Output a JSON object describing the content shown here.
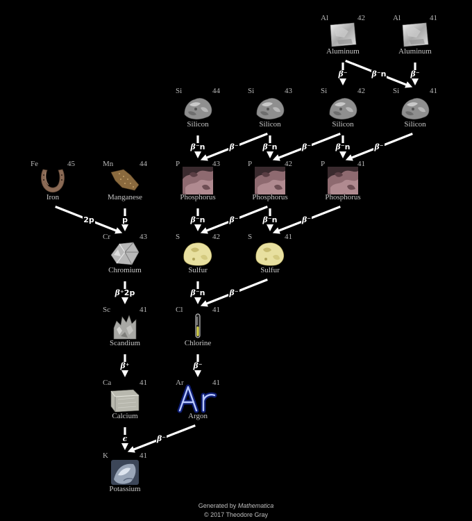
{
  "nodes": [
    {
      "id": "al42",
      "symbol": "Al",
      "mass": "42",
      "name": "Aluminum",
      "picture": "aluminum-chunk"
    },
    {
      "id": "al41",
      "symbol": "Al",
      "mass": "41",
      "name": "Aluminum",
      "picture": "aluminum-chunk"
    },
    {
      "id": "si44",
      "symbol": "Si",
      "mass": "44",
      "name": "Silicon",
      "picture": "silicon-lump"
    },
    {
      "id": "si43",
      "symbol": "Si",
      "mass": "43",
      "name": "Silicon",
      "picture": "silicon-lump"
    },
    {
      "id": "si42",
      "symbol": "Si",
      "mass": "42",
      "name": "Silicon",
      "picture": "silicon-lump"
    },
    {
      "id": "si41",
      "symbol": "Si",
      "mass": "41",
      "name": "Silicon",
      "picture": "silicon-lump"
    },
    {
      "id": "fe45",
      "symbol": "Fe",
      "mass": "45",
      "name": "Iron",
      "picture": "horseshoe"
    },
    {
      "id": "mn44",
      "symbol": "Mn",
      "mass": "44",
      "name": "Manganese",
      "picture": "manganese-flake"
    },
    {
      "id": "p43",
      "symbol": "P",
      "mass": "43",
      "name": "Phosphorus",
      "picture": "red-phosphorus"
    },
    {
      "id": "p42",
      "symbol": "P",
      "mass": "42",
      "name": "Phosphorus",
      "picture": "red-phosphorus"
    },
    {
      "id": "p41",
      "symbol": "P",
      "mass": "41",
      "name": "Phosphorus",
      "picture": "red-phosphorus"
    },
    {
      "id": "cr43",
      "symbol": "Cr",
      "mass": "43",
      "name": "Chromium",
      "picture": "chromium-chunk"
    },
    {
      "id": "s42",
      "symbol": "S",
      "mass": "42",
      "name": "Sulfur",
      "picture": "sulfur-lump"
    },
    {
      "id": "s41",
      "symbol": "S",
      "mass": "41",
      "name": "Sulfur",
      "picture": "sulfur-lump"
    },
    {
      "id": "sc41",
      "symbol": "Sc",
      "mass": "41",
      "name": "Scandium",
      "picture": "scandium-crystals"
    },
    {
      "id": "cl41",
      "symbol": "Cl",
      "mass": "41",
      "name": "Chlorine",
      "picture": "chlorine-ampoule"
    },
    {
      "id": "ca41",
      "symbol": "Ca",
      "mass": "41",
      "name": "Calcium",
      "picture": "calcium-block"
    },
    {
      "id": "ar41",
      "symbol": "Ar",
      "mass": "41",
      "name": "Argon",
      "picture": "argon-glow-tube"
    },
    {
      "id": "k41",
      "symbol": "K",
      "mass": "41",
      "name": "Potassium",
      "picture": "potassium-metal"
    }
  ],
  "decays": [
    {
      "id": "al42-si42",
      "from": "al42",
      "to": "si42",
      "label": "β⁻"
    },
    {
      "id": "al42-si41",
      "from": "al42",
      "to": "si41",
      "label": "β⁻n"
    },
    {
      "id": "al41-si41",
      "from": "al41",
      "to": "si41",
      "label": "β⁻"
    },
    {
      "id": "si44-p43",
      "from": "si44",
      "to": "p43",
      "label": "β⁻n"
    },
    {
      "id": "si43-p43",
      "from": "si43",
      "to": "p43",
      "label": "β⁻"
    },
    {
      "id": "si43-p42",
      "from": "si43",
      "to": "p42",
      "label": "β⁻n"
    },
    {
      "id": "si42-p42",
      "from": "si42",
      "to": "p42",
      "label": "β⁻"
    },
    {
      "id": "si42-p41",
      "from": "si42",
      "to": "p41",
      "label": "β⁻n"
    },
    {
      "id": "si41-p41",
      "from": "si41",
      "to": "p41",
      "label": "β⁻"
    },
    {
      "id": "fe45-cr43",
      "from": "fe45",
      "to": "cr43",
      "label": "2p"
    },
    {
      "id": "mn44-cr43",
      "from": "mn44",
      "to": "cr43",
      "label": "p"
    },
    {
      "id": "p43-s42",
      "from": "p43",
      "to": "s42",
      "label": "β⁻n"
    },
    {
      "id": "p42-s42",
      "from": "p42",
      "to": "s42",
      "label": "β⁻"
    },
    {
      "id": "p42-s41",
      "from": "p42",
      "to": "s41",
      "label": "β⁻n"
    },
    {
      "id": "p41-s41",
      "from": "p41",
      "to": "s41",
      "label": "β⁻"
    },
    {
      "id": "cr43-sc41",
      "from": "cr43",
      "to": "sc41",
      "label": "β⁺2p"
    },
    {
      "id": "s42-cl41",
      "from": "s42",
      "to": "cl41",
      "label": "β⁻n"
    },
    {
      "id": "s41-cl41",
      "from": "s41",
      "to": "cl41",
      "label": "β⁻"
    },
    {
      "id": "sc41-ca41",
      "from": "sc41",
      "to": "ca41",
      "label": "β⁺"
    },
    {
      "id": "cl41-ar41",
      "from": "cl41",
      "to": "ar41",
      "label": "β⁻"
    },
    {
      "id": "ca41-k41",
      "from": "ca41",
      "to": "k41",
      "label": "ϵ"
    },
    {
      "id": "ar41-k41",
      "from": "ar41",
      "to": "k41",
      "label": "β⁻"
    }
  ],
  "footer": {
    "generated_by": "Generated by",
    "software": "Mathematica",
    "copyright": "© 2017 Theodore Gray"
  }
}
